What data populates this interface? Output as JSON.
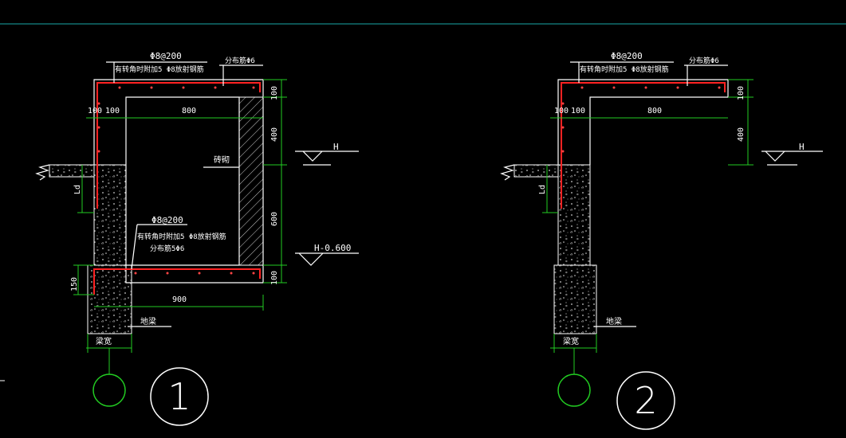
{
  "colors": {
    "background": "#000000",
    "line": "#ffffff",
    "dimension": "#22cc22",
    "rebar": "#ff2222",
    "border": "#1aa8a8"
  },
  "detail1": {
    "top_rebar": "Φ8@200",
    "corner_note": "有转角时附加5 Φ8放射钢筋",
    "dist_rebar": "分布筋Φ6",
    "dim_100a": "100",
    "dim_100b": "100",
    "dim_800": "800",
    "dim_100_top": "100",
    "dim_400": "400",
    "level_h": "H",
    "brick_wall": "砖砌",
    "dim_600": "600",
    "bottom_rebar": "Φ8@200",
    "bottom_corner_note": "有转角时附加5 Φ8放射钢筋",
    "bottom_dist_rebar": "分布筋5Φ6",
    "level_h2": "H-0.600",
    "dim_100_bot": "100",
    "dim_150": "150",
    "dim_900": "900",
    "ld": "Ld",
    "beam_label": "地梁",
    "beam_width": "梁宽",
    "number": "1"
  },
  "detail2": {
    "top_rebar": "Φ8@200",
    "corner_note": "有转角时附加5 Φ8放射钢筋",
    "dist_rebar": "分布筋Φ6",
    "dim_100a": "100",
    "dim_100b": "100",
    "dim_800": "800",
    "dim_100_top": "100",
    "dim_400": "400",
    "level_h": "H",
    "ld": "Ld",
    "beam_label": "地梁",
    "beam_width": "梁宽",
    "number": "2"
  }
}
